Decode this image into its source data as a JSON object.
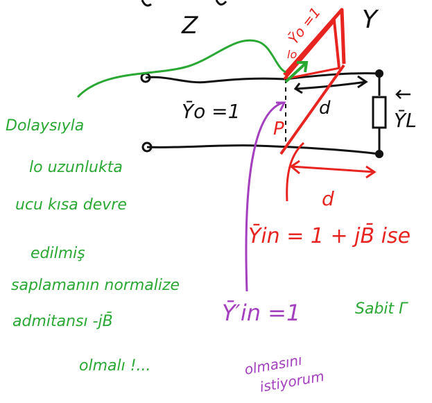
{
  "labels": {
    "top_left": "Z",
    "top_right": "Y",
    "line_admittance": "Ȳo =1",
    "line_admittance_red": "Ȳo =1",
    "load": "ȲL",
    "dist_top": "d",
    "dist_bottom": "d",
    "l0": "lo",
    "point_p": "P",
    "yin_condition": "Ȳin = 1 + jB̄  ise",
    "yin_target": "Ȳ′in =1",
    "constant_gamma": "Sabit Γ"
  },
  "notes": {
    "green": [
      "Dolaysıyla",
      "lo uzunlukta",
      "ucu kısa devre",
      "edilmiş",
      "saplamanın normalize",
      "admitansı  -jB̄",
      "olmalı !..."
    ],
    "purple": [
      "olmasını",
      "istiyorum"
    ]
  },
  "colors": {
    "ink": "#111111",
    "green": "#2aa834",
    "red": "#e82420",
    "purple": "#a43fc0"
  }
}
